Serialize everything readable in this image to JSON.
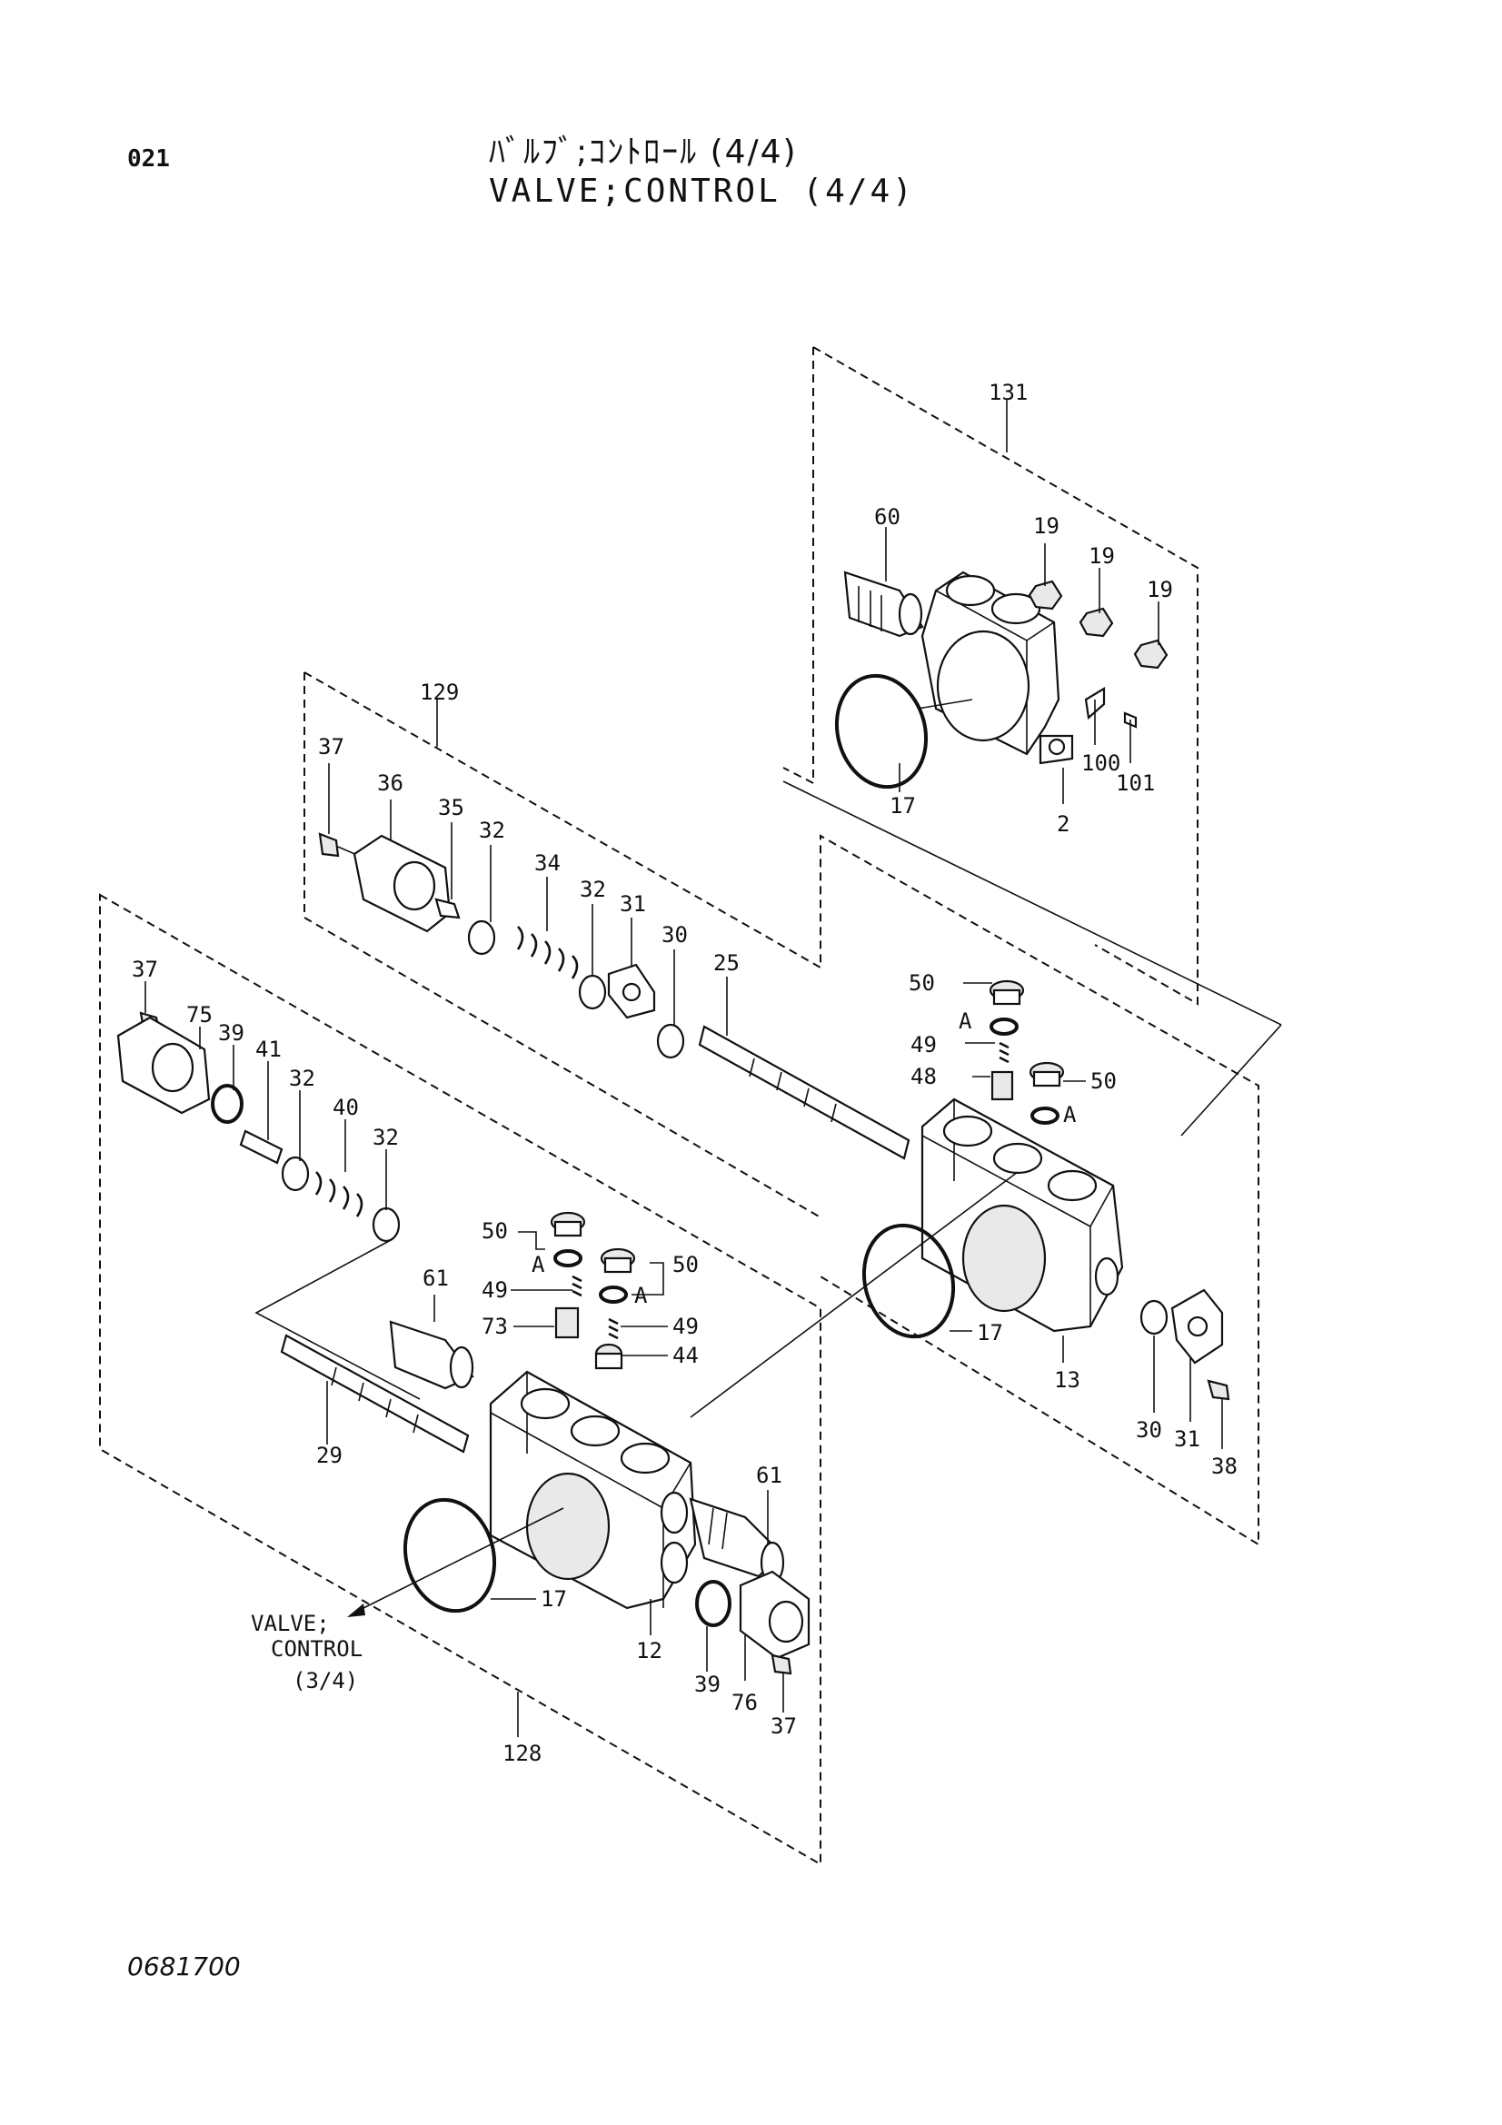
{
  "header": {
    "page_number": "021",
    "title_jp": "ﾊﾞﾙﾌﾞ;ｺﾝﾄﾛｰﾙ (4/4)",
    "title_en": "VALVE;CONTROL (4/4)"
  },
  "groups": {
    "g131": "131",
    "g129": "129",
    "g128": "128"
  },
  "parts": {
    "p60": "60",
    "p19a": "19",
    "p19b": "19",
    "p19c": "19",
    "p17a": "17",
    "p100": "100",
    "p101": "101",
    "p2": "2",
    "p37a": "37",
    "p36": "36",
    "p35": "35",
    "p32a": "32",
    "p34": "34",
    "p32b": "32",
    "p31a": "31",
    "p30a": "30",
    "p25": "25",
    "p50a": "50",
    "pAa": "A",
    "p49a": "49",
    "p48": "48",
    "p50b": "50",
    "pAb": "A",
    "p17b": "17",
    "p13": "13",
    "p30b": "30",
    "p31b": "31",
    "p38": "38",
    "p37b": "37",
    "p75": "75",
    "p39a": "39",
    "p41": "41",
    "p32c": "32",
    "p40": "40",
    "p32d": "32",
    "p50c": "50",
    "pAc": "A",
    "p49b": "49",
    "p50d": "50",
    "pAd": "A",
    "p73": "73",
    "p49c": "49",
    "p44": "44",
    "p61a": "61",
    "p29": "29",
    "p61b": "61",
    "p17c": "17",
    "p12": "12",
    "p39b": "39",
    "p76": "76",
    "p37c": "37"
  },
  "reference": {
    "line1": "VALVE;",
    "line2": "CONTROL",
    "line3": "(3/4)"
  },
  "footer": {
    "drawing_code": "0681700"
  }
}
